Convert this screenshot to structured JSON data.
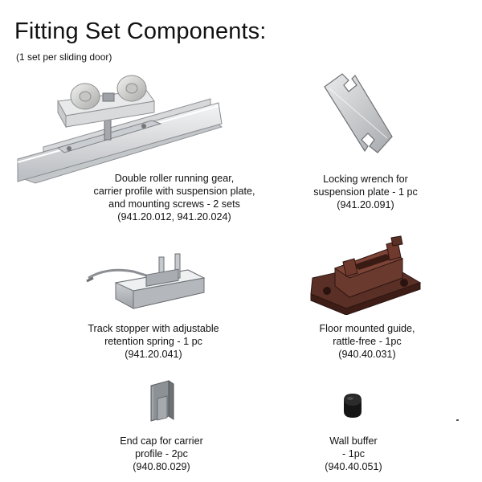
{
  "header": {
    "title": "Fitting Set Components:",
    "subtitle": "(1 set per sliding door)"
  },
  "components": [
    {
      "icon": "roller-running-gear-icon",
      "lines": [
        "Double roller running gear,",
        "carrier profile with suspension plate,",
        "and mounting screws - 2 sets",
        "(941.20.012, 941.20.024)"
      ]
    },
    {
      "icon": "locking-wrench-icon",
      "lines": [
        "Locking wrench for",
        "suspension plate - 1 pc",
        "(941.20.091)"
      ]
    },
    {
      "icon": "track-stopper-icon",
      "lines": [
        "Track stopper with adjustable",
        "retention spring - 1 pc",
        "(941.20.041)"
      ]
    },
    {
      "icon": "floor-guide-icon",
      "lines": [
        "Floor mounted guide,",
        "rattle-free - 1pc",
        "(940.40.031)"
      ]
    },
    {
      "icon": "end-cap-icon",
      "lines": [
        "End cap for carrier",
        "profile - 2pc",
        "(940.80.029)"
      ]
    },
    {
      "icon": "wall-buffer-icon",
      "lines": [
        "Wall buffer",
        "- 1pc",
        "(940.40.051)"
      ]
    }
  ]
}
